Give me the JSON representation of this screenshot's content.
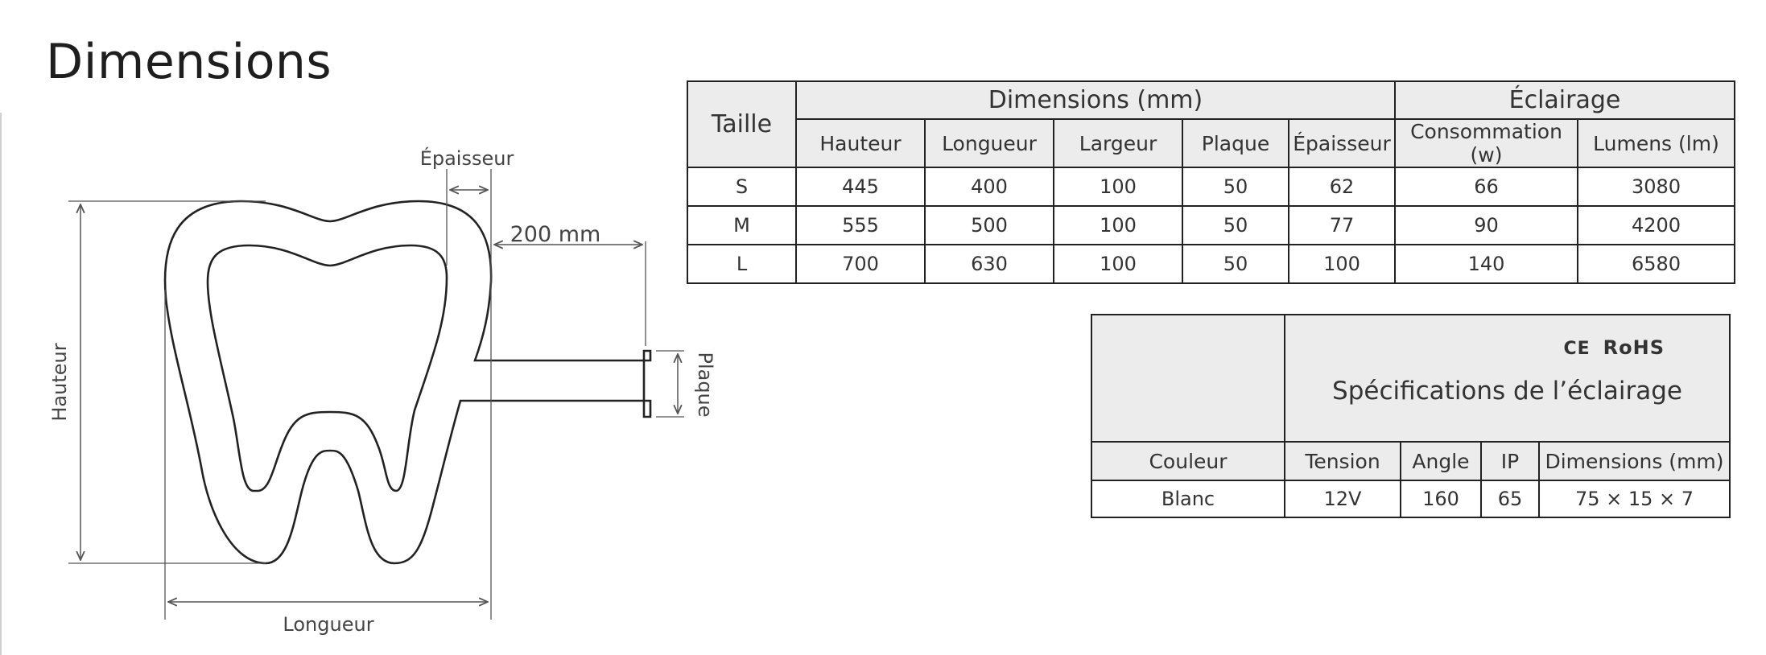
{
  "page_title": "Dimensions",
  "diagram": {
    "label_epaisseur": "Épaisseur",
    "label_distance": "200 mm",
    "label_hauteur": "Hauteur",
    "label_plaque": "Plaque",
    "label_longueur": "Longueur"
  },
  "size_table": {
    "taille_header": "Taille",
    "dimensions_header": "Dimensions (mm)",
    "eclairage_header": "Éclairage",
    "columns": [
      "Hauteur",
      "Longueur",
      "Largeur",
      "Plaque",
      "Épaisseur",
      "Consommation (w)",
      "Lumens (lm)"
    ],
    "rows": [
      [
        "S",
        "445",
        "400",
        "100",
        "50",
        "62",
        "66",
        "3080"
      ],
      [
        "M",
        "555",
        "500",
        "100",
        "50",
        "77",
        "90",
        "4200"
      ],
      [
        "L",
        "700",
        "630",
        "100",
        "50",
        "100",
        "140",
        "6580"
      ]
    ]
  },
  "spec_table": {
    "certifications": {
      "ce": "CE",
      "rohs": "RoHS"
    },
    "title": "Spécifications de l’éclairage",
    "columns": [
      "Couleur",
      "Tension",
      "Angle",
      "IP",
      "Dimensions (mm)"
    ],
    "row": [
      "Blanc",
      "12V",
      "160",
      "65",
      "75 × 15 × 7"
    ]
  }
}
